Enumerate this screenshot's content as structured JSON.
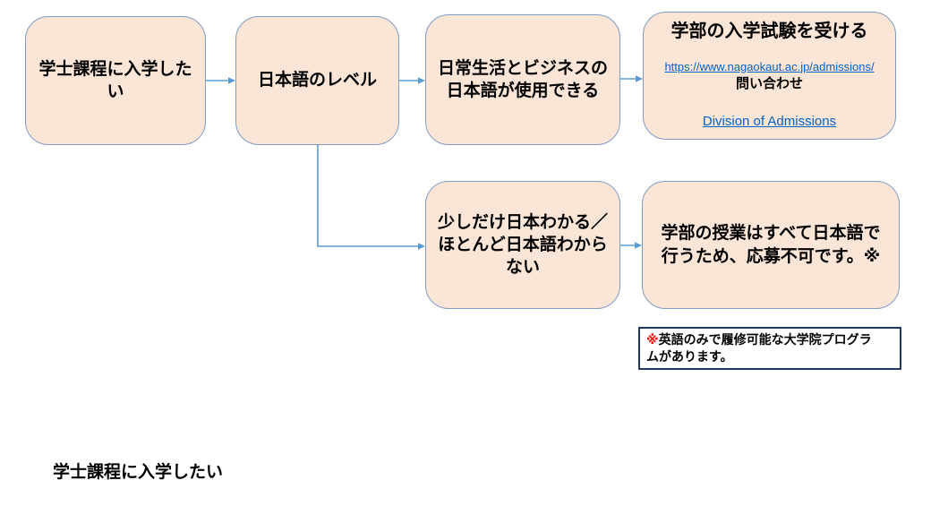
{
  "colors": {
    "box_fill": "#FBE5D6",
    "box_border": "#7F9CC4",
    "arrow": "#5B9BD5",
    "link": "#0563C1",
    "note_border": "#1F3864",
    "note_marker": "#FF0000",
    "text": "#000000",
    "background": "#FFFFFF"
  },
  "flow": {
    "start": {
      "text": "学士課程に入学した\nい"
    },
    "level": {
      "text": "日本語のレベル"
    },
    "daily_business": {
      "text": "日常生活とビジネスの\n日本語が使用できる"
    },
    "exam": {
      "title": "学部の入学試験を受ける",
      "url": "https://www.nagaokaut.ac.jp/admissions/",
      "contact_label": "問い合わせ",
      "contact_link": "Division of Admissions"
    },
    "little_japanese": {
      "text": "少しだけ日本わかる／\nほとんど日本語わから\nない"
    },
    "not_eligible": {
      "text": "学部の授業はすべて日本語で\n行うため、応募不可です。※"
    },
    "note": {
      "marker": "※",
      "text": "英語のみで履修可能な大学院プログラ\nムがあります。"
    }
  },
  "footer": {
    "text": "学士課程に入学したい"
  }
}
